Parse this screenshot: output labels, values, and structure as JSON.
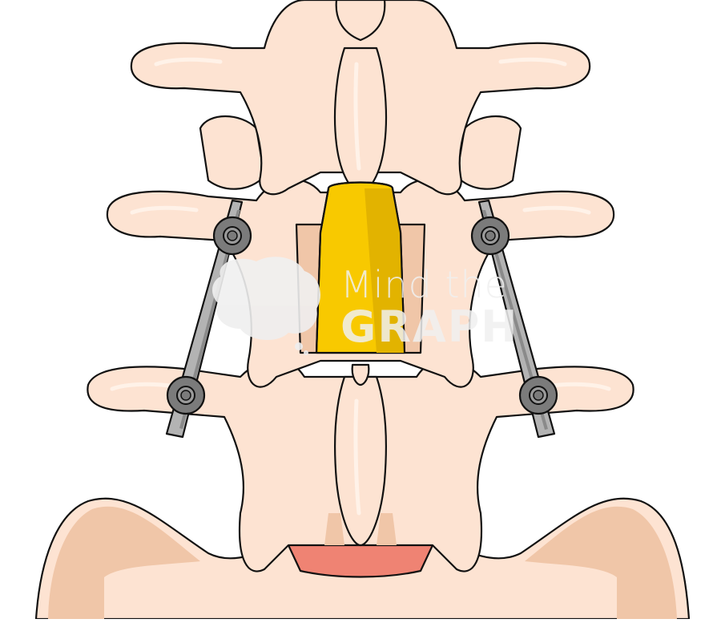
{
  "figure": {
    "subject": "Lumbar spine, posterior view, with pedicle screw and rod fixation",
    "colors": {
      "bone": "#fde3d2",
      "bone_shadow": "#f0c6a8",
      "outline": "#111111",
      "spinal_cord": "#f8c900",
      "spinal_cord_shadow": "#e2b300",
      "rod": "#b3b3b3",
      "rod_dark": "#8a8a8a",
      "screw_head": "#7b7b7b",
      "disc": "#ef8373",
      "background": "#ffffff"
    },
    "elements": {
      "left_rod": "left-fixation-rod",
      "right_rod": "right-fixation-rod",
      "screws": 4,
      "vertebrae_visible": 3
    }
  },
  "watermark": {
    "line1": "Mind the",
    "line2": "GRAPH",
    "color": "#efefef"
  }
}
